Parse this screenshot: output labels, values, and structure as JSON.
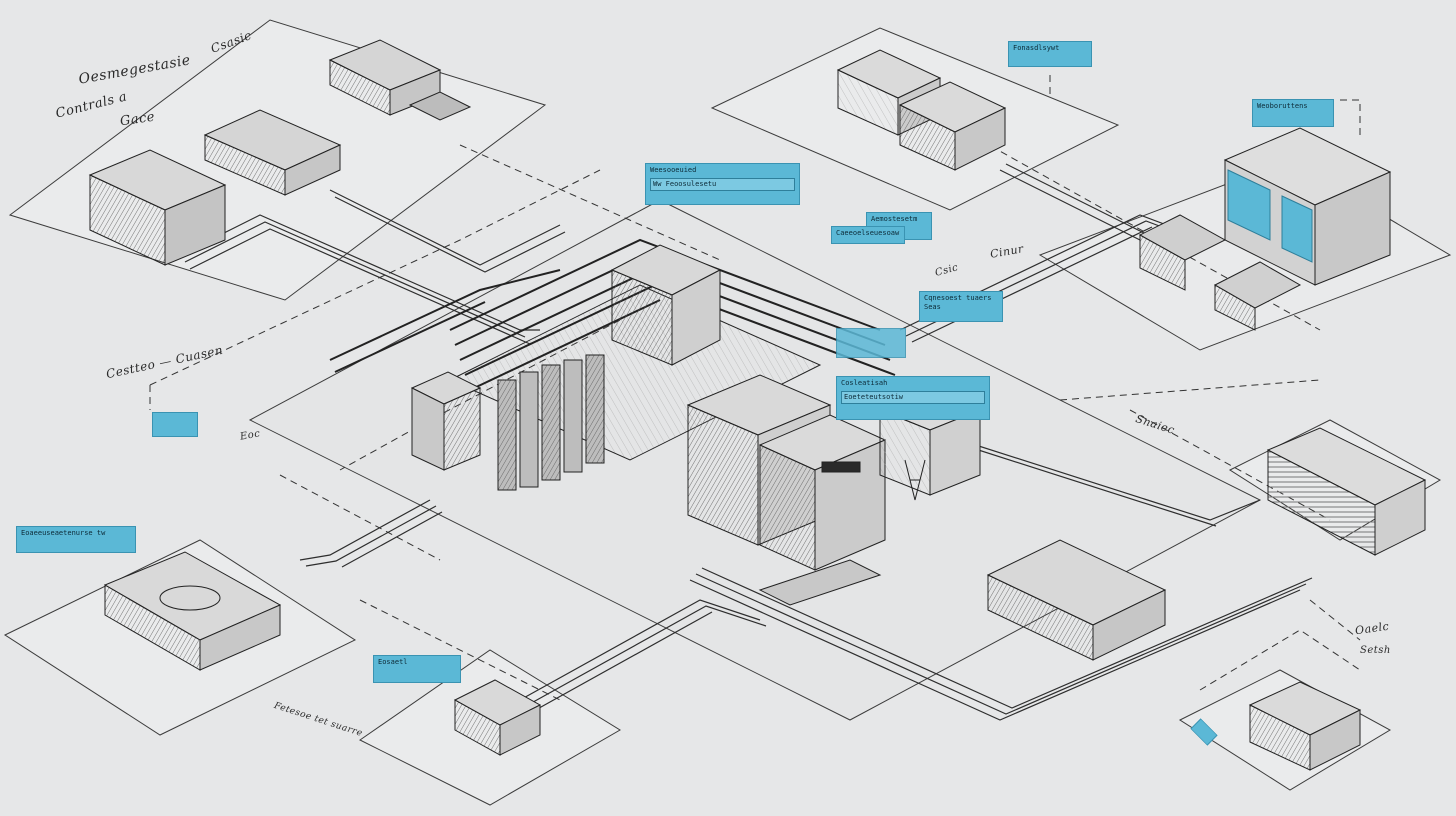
{
  "colors": {
    "background": "#e6e7e8",
    "ink": "#2b2b2b",
    "accent": "#5bb8d6",
    "accent_dark": "#2e7f9b"
  },
  "handwritten_labels": {
    "top_left_1": "Oesmegestasie",
    "top_left_2": "Contrals a",
    "top_left_3": "Gace",
    "top_left_4": "Csasic",
    "left_mid": "Cestteo — Cuasen",
    "left_small": "Eoc",
    "center_right": "Csic",
    "center_right_2": "Cinur",
    "right_mid": "Snaiec",
    "bottom_right_1": "Oaelc",
    "bottom_right_2": "Setsh",
    "bottom_mid": "Fetesoe tet suarre"
  },
  "callouts": {
    "top_center": "Fonasdlsywt",
    "top_right": "Weoboruttens",
    "center_top": {
      "title": "Weesooeuied",
      "sub": "Ww     Feoosulesetu"
    },
    "center_a": "Aemostesetm",
    "center_b": "Caeeoelseuesoaw",
    "center_c": "Cqnesoest tuaers Seas",
    "center_main": {
      "title": "Cosleatisah",
      "sub": "Eoeteteutsotiw"
    },
    "left_small": "",
    "left_bottom": "Eoaeeuseaetenurse tw",
    "bottom_center": "Eosaetl",
    "bottom_right_marker": ""
  }
}
